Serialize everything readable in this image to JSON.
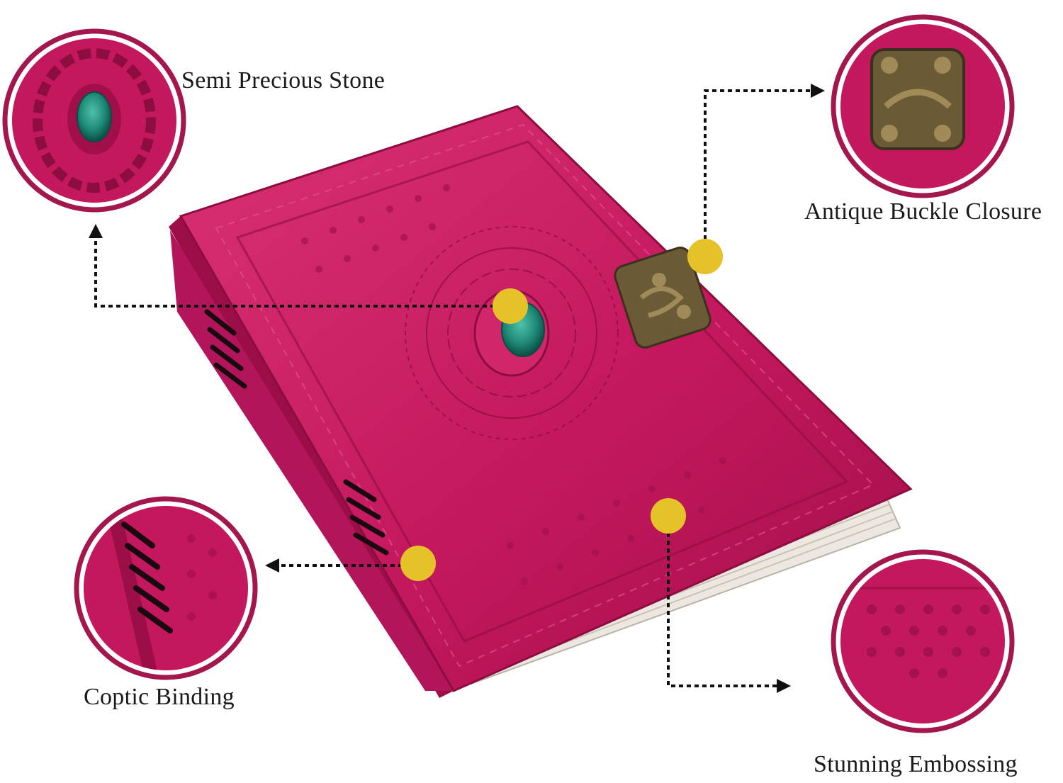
{
  "callouts": {
    "stone": "Semi Precious Stone",
    "buckle": "Antique Buckle Closure",
    "binding": "Coptic Binding",
    "embossing": "Stunning Embossing"
  },
  "colors": {
    "leather": "#c4185e",
    "leather_dark": "#8e0d40",
    "ring": "#a3164e",
    "marker": "#e6c229",
    "stone": "#1f8a78",
    "brass": "#6b5a36"
  }
}
